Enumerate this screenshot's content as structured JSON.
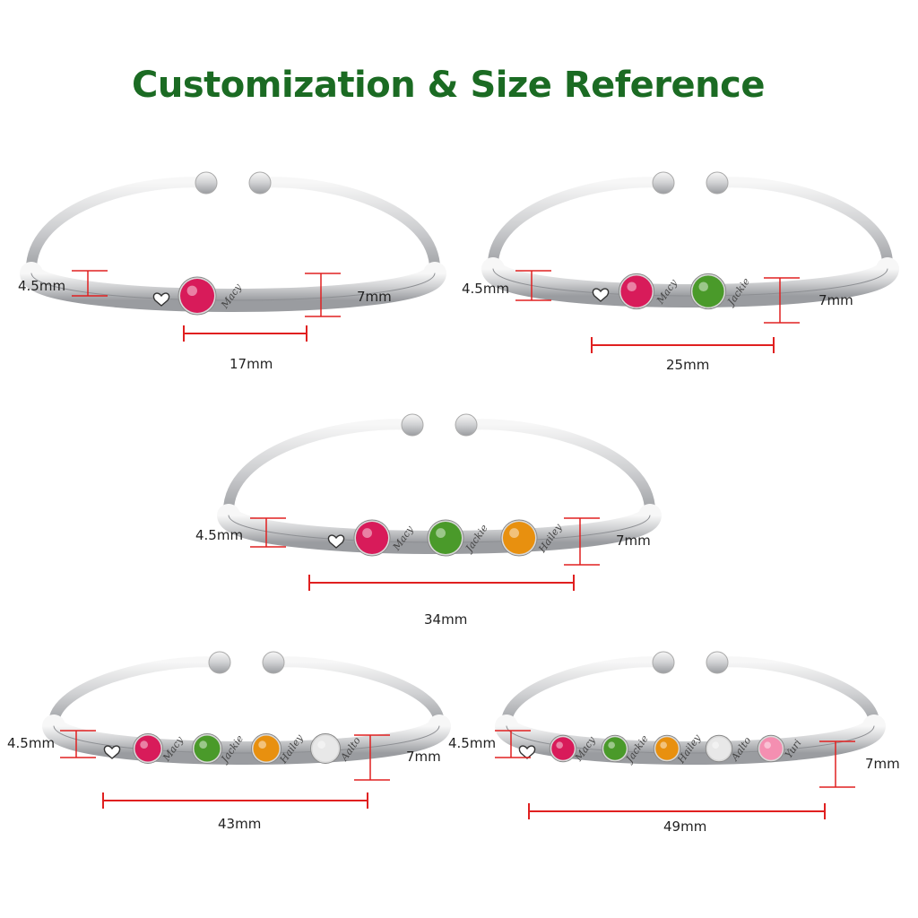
{
  "title": "Customization & Size Reference",
  "colors": {
    "title": "#1b6b23",
    "measure_line": "#e02020",
    "ruby": "#d81b5a",
    "peridot": "#4a9a2a",
    "citrine": "#e8900f",
    "diamond": "#e8e8e8",
    "pink": "#f48fb1"
  },
  "variants": [
    {
      "thickness_label": "4.5mm",
      "height_label": "7mm",
      "width_label": "17mm",
      "stones": [
        {
          "gem": "ruby",
          "name": "Macy"
        }
      ]
    },
    {
      "thickness_label": "4.5mm",
      "height_label": "7mm",
      "width_label": "25mm",
      "stones": [
        {
          "gem": "ruby",
          "name": "Macy"
        },
        {
          "gem": "peridot",
          "name": "Jackie"
        }
      ]
    },
    {
      "thickness_label": "4.5mm",
      "height_label": "7mm",
      "width_label": "34mm",
      "stones": [
        {
          "gem": "ruby",
          "name": "Macy"
        },
        {
          "gem": "peridot",
          "name": "Jackie"
        },
        {
          "gem": "citrine",
          "name": "Hailey"
        }
      ]
    },
    {
      "thickness_label": "4.5mm",
      "height_label": "7mm",
      "width_label": "43mm",
      "stones": [
        {
          "gem": "ruby",
          "name": "Macy"
        },
        {
          "gem": "peridot",
          "name": "Jackie"
        },
        {
          "gem": "citrine",
          "name": "Hailey"
        },
        {
          "gem": "diamond",
          "name": "Aalto"
        }
      ]
    },
    {
      "thickness_label": "4.5mm",
      "height_label": "7mm",
      "width_label": "49mm",
      "stones": [
        {
          "gem": "ruby",
          "name": "Macy"
        },
        {
          "gem": "peridot",
          "name": "Jackie"
        },
        {
          "gem": "citrine",
          "name": "Hailey"
        },
        {
          "gem": "diamond",
          "name": "Aalto"
        },
        {
          "gem": "pink",
          "name": "Yuri"
        }
      ]
    }
  ]
}
